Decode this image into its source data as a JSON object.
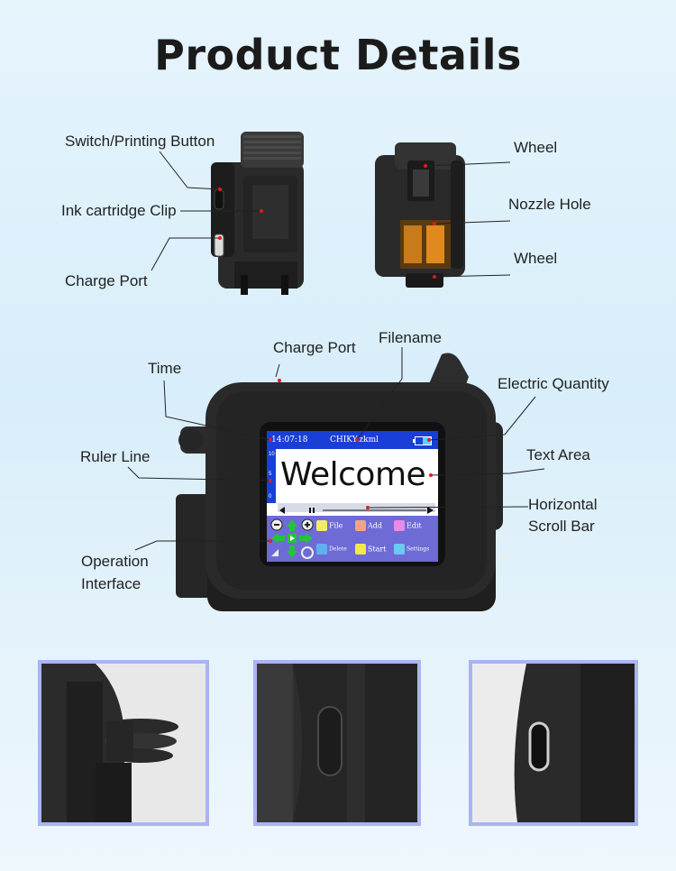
{
  "title": "Product Details",
  "labels": {
    "switch_printing_button": "Switch/Printing Button",
    "ink_cartridge_clip": "Ink cartridge Clip",
    "charge_port_top": "Charge Port",
    "wheel_top": "Wheel",
    "nozzle_hole": "Nozzle Hole",
    "wheel_bottom": "Wheel",
    "charge_port_main": "Charge Port",
    "filename": "Filename",
    "time": "Time",
    "electric_quantity": "Electric Quantity",
    "ruler_line": "Ruler Line",
    "text_area": "Text Area",
    "horizontal_scroll_bar_1": "Horizontal",
    "horizontal_scroll_bar_2": "Scroll Bar",
    "operation_interface_1": "Operation",
    "operation_interface_2": "Interface"
  },
  "screen": {
    "time": "14:07:18",
    "filename": "CHIKY.zkml",
    "ruler_10": "10",
    "ruler_5": "5",
    "ruler_0": "0",
    "text": "Welcome",
    "buttons": [
      {
        "label": "File",
        "color": "#f4ea6a"
      },
      {
        "label": "Add",
        "color": "#f4a28a"
      },
      {
        "label": "Edit",
        "color": "#e78be6"
      },
      {
        "label": "Delete",
        "color": "#5fb0f0"
      },
      {
        "label": "Start",
        "color": "#f2e84a"
      },
      {
        "label": "Settings",
        "color": "#6cc8f2"
      }
    ]
  },
  "colors": {
    "leader_dot": "#e01c1c",
    "thumb_border": "#a9b4f0",
    "screen_bar": "#1a3fd6"
  }
}
